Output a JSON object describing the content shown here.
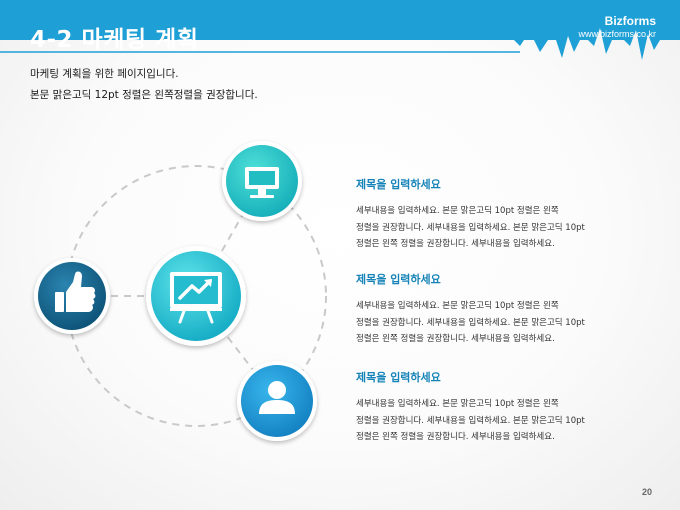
{
  "header": {
    "title": "4-2 마케팅 계획",
    "brand_name": "Bizforms",
    "brand_url": "www.bizforms.co.kr",
    "color": "#1e9fd6"
  },
  "intro": {
    "line1": "마케팅 계획을 위한 페이지입니다.",
    "line2": "본문 맑은고딕 12pt 정렬은 왼쪽정렬을 권장합니다."
  },
  "diagram": {
    "center_icon": "presentation-board-icon",
    "nodes": [
      {
        "icon": "monitor-icon",
        "color": "#2cc4c9"
      },
      {
        "icon": "thumbs-up-icon",
        "color": "#14668e"
      },
      {
        "icon": "user-icon",
        "color": "#1e9fd6"
      }
    ]
  },
  "entries": [
    {
      "title": "제목을 입력하세요",
      "lines": [
        "세부내용을 입력하세요. 본문 맑은고딕 10pt 정렬은 왼쪽",
        "정렬을 권장합니다. 세부내용을 입력하세요. 본문 맑은고딕 10pt",
        "정렬은 왼쪽 정렬을 권장합니다. 세부내용을 입력하세요."
      ]
    },
    {
      "title": "제목을 입력하세요",
      "lines": [
        "세부내용을 입력하세요. 본문 맑은고딕 10pt 정렬은 왼쪽",
        "정렬을 권장합니다. 세부내용을 입력하세요. 본문 맑은고딕 10pt",
        "정렬은 왼쪽 정렬을 권장합니다. 세부내용을 입력하세요."
      ]
    },
    {
      "title": "제목을 입력하세요",
      "lines": [
        "세부내용을 입력하세요. 본문 맑은고딕 10pt 정렬은 왼쪽",
        "정렬을 권장합니다. 세부내용을 입력하세요. 본문 맑은고딕 10pt",
        "정렬은 왼쪽 정렬을 권장합니다. 세부내용을 입력하세요."
      ]
    }
  ],
  "page_number": "20"
}
